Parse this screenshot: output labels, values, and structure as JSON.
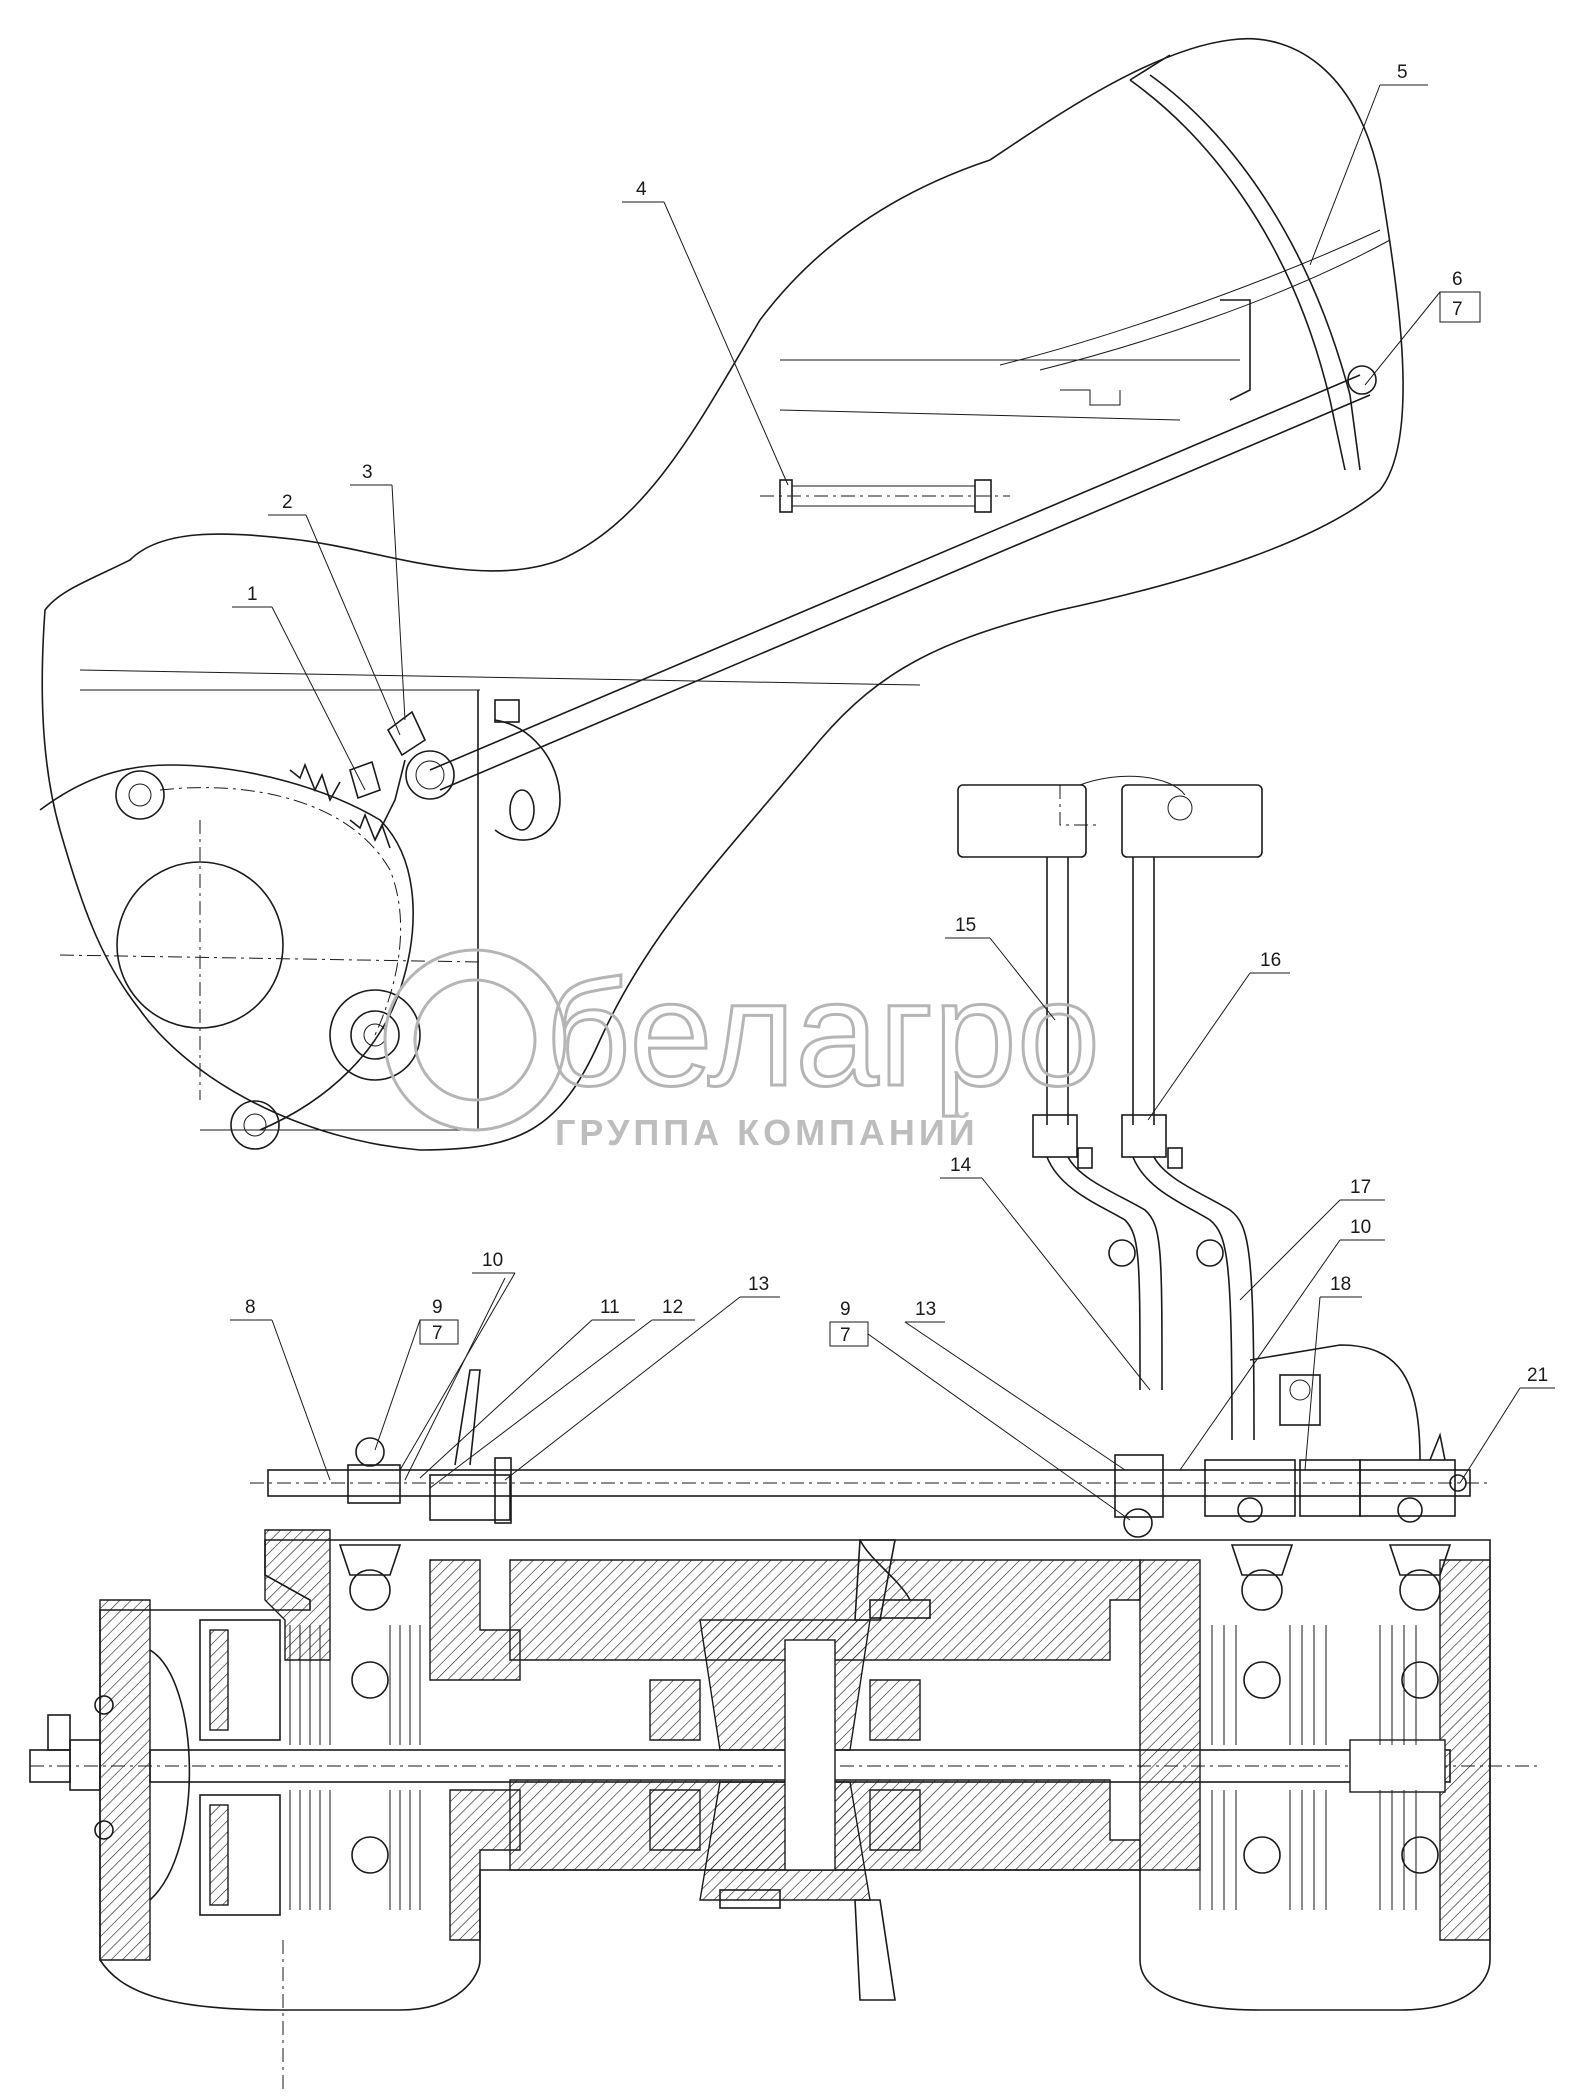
{
  "watermark": {
    "brand": "белагро",
    "subtitle": "ГРУППА КОМПАНИЙ"
  },
  "callouts": [
    {
      "id": "c1",
      "label": "1"
    },
    {
      "id": "c2",
      "label": "2"
    },
    {
      "id": "c3",
      "label": "3"
    },
    {
      "id": "c4",
      "label": "4"
    },
    {
      "id": "c5",
      "label": "5"
    },
    {
      "id": "c6",
      "label": "6"
    },
    {
      "id": "c7a",
      "label": "7"
    },
    {
      "id": "c8",
      "label": "8"
    },
    {
      "id": "c9a",
      "label": "9"
    },
    {
      "id": "c7b",
      "label": "7"
    },
    {
      "id": "c10a",
      "label": "10"
    },
    {
      "id": "c11",
      "label": "11"
    },
    {
      "id": "c12",
      "label": "12"
    },
    {
      "id": "c13a",
      "label": "13"
    },
    {
      "id": "c9b",
      "label": "9"
    },
    {
      "id": "c7c",
      "label": "7"
    },
    {
      "id": "c13b",
      "label": "13"
    },
    {
      "id": "c14",
      "label": "14"
    },
    {
      "id": "c15",
      "label": "15"
    },
    {
      "id": "c16",
      "label": "16"
    },
    {
      "id": "c17",
      "label": "17"
    },
    {
      "id": "c10b",
      "label": "10"
    },
    {
      "id": "c18",
      "label": "18"
    },
    {
      "id": "c21",
      "label": "21"
    }
  ]
}
